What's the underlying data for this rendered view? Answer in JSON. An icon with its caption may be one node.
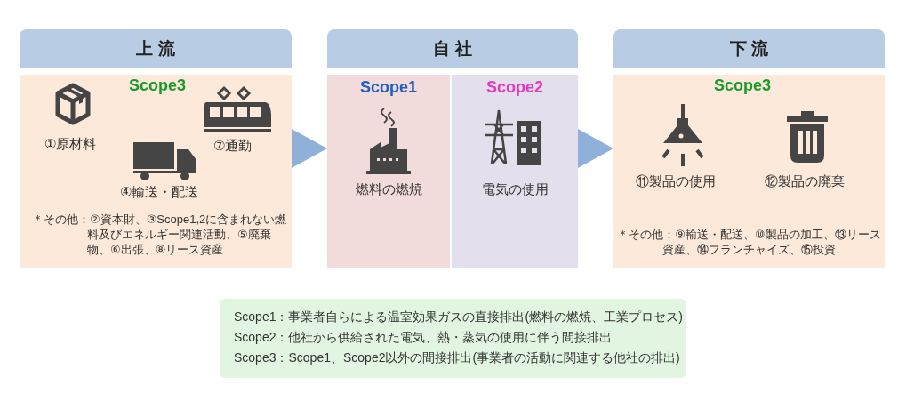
{
  "diagram": {
    "nodes": [
      {
        "text": [
          "上 流",
          "Scope3",
          "①原材料",
          "⑦通勤",
          "④輸送・配送",
          "＊その他：②資本財、③Scope1,2に含まれない燃料及びエネルギー関連活動、⑤廃棄物、⑥出張、⑧リース資産"
        ]
      },
      {
        "text": [
          "自 社"
        ]
      },
      {
        "text": [
          "Scope1",
          "燃料の燃焼"
        ],
        "in": 1
      },
      {
        "text": [
          "Scope2",
          "電気の使用"
        ],
        "in": 1
      },
      {
        "text": [
          "下 流",
          "Scope3",
          "⑪製品の使用",
          "⑫製品の廃棄",
          "＊その他：⑨輸送・配送、⑩製品の加工、⑬リース資産、⑭フランチャイズ、⑮投資"
        ]
      },
      {
        "text": [
          "Scope1：事業者自らによる温室効果ガスの直接排出(燃料の燃焼、工業プロセス)",
          "Scope2：他社から供給された電気、熱・蒸気の使用に伴う間接排出",
          "Scope3：Scope1、Scope2以外の間接排出(事業者の活動に関連する他社の排出)"
        ]
      }
    ],
    "edges": [
      {
        "from": 0,
        "to": 1,
        "arrow": "to"
      },
      {
        "from": 1,
        "to": 4,
        "arrow": "to"
      }
    ]
  }
}
